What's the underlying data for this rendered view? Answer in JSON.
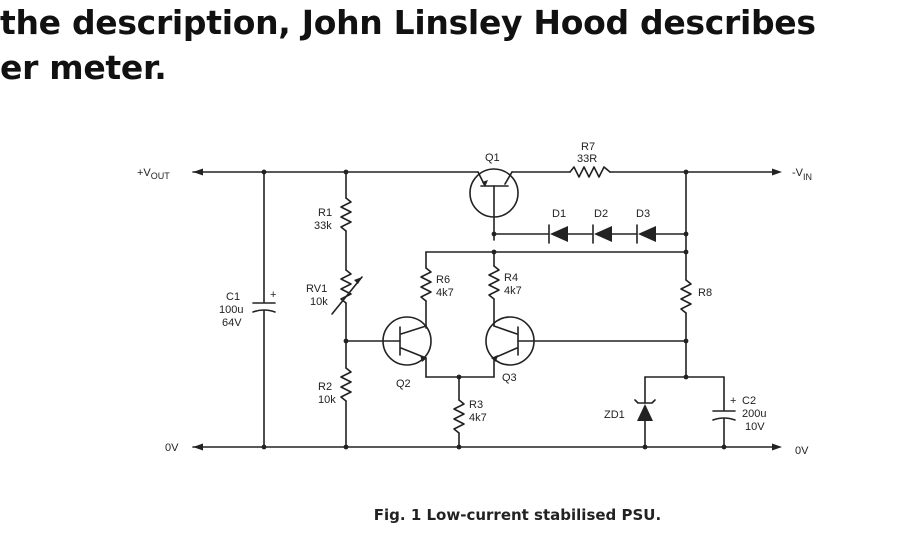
{
  "article": {
    "line1": "the description, John Linsley Hood describes",
    "line2": "er meter."
  },
  "figure": {
    "caption": "Fig. 1 Low-current stabilised PSU."
  },
  "terminals": {
    "vout_prefix": "+V",
    "vout_sub": "OUT",
    "vin_prefix": "-V",
    "vin_sub": "IN",
    "zero_left": "0V",
    "zero_right": "0V"
  },
  "components": {
    "q1": {
      "name": "Q1"
    },
    "q2": {
      "name": "Q2"
    },
    "q3": {
      "name": "Q3"
    },
    "r7": {
      "name": "R7",
      "value": "33R"
    },
    "r1": {
      "name": "R1",
      "value": "33k"
    },
    "rv1": {
      "name": "RV1",
      "value": "10k"
    },
    "r2": {
      "name": "R2",
      "value": "10k"
    },
    "r6": {
      "name": "R6",
      "value": "4k7"
    },
    "r4": {
      "name": "R4",
      "value": "4k7"
    },
    "r3": {
      "name": "R3",
      "value": "4k7"
    },
    "r8": {
      "name": "R8"
    },
    "d1": {
      "name": "D1"
    },
    "d2": {
      "name": "D2"
    },
    "d3": {
      "name": "D3"
    },
    "zd1": {
      "name": "ZD1"
    },
    "c1": {
      "name": "C1",
      "value": "100u",
      "voltage": "64V",
      "polarity": "+"
    },
    "c2": {
      "name": "C2",
      "value": "200u",
      "voltage": "10V",
      "polarity": "+"
    }
  }
}
